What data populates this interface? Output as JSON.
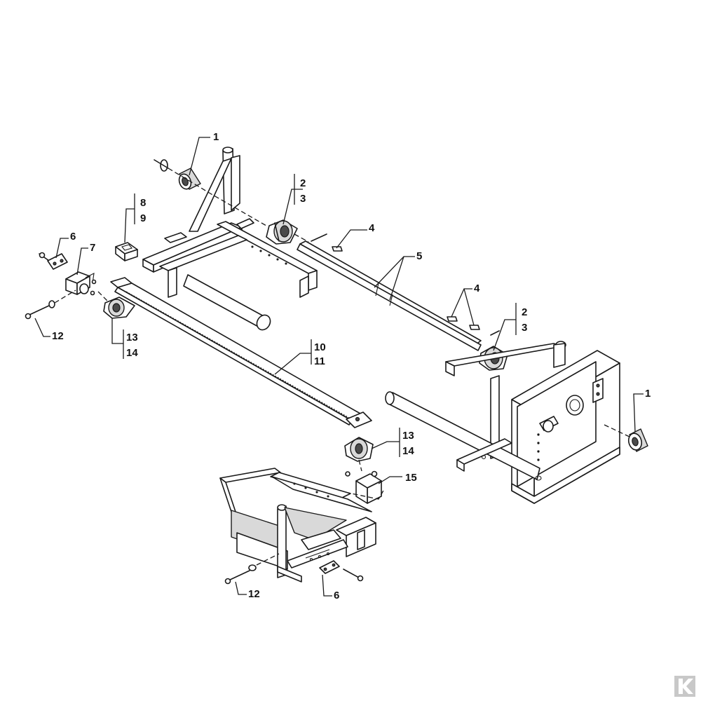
{
  "callouts": [
    {
      "id": "c1a",
      "label": "1"
    },
    {
      "id": "c23a_top",
      "label": "2"
    },
    {
      "id": "c23a_bot",
      "label": "3"
    },
    {
      "id": "c4a",
      "label": "4"
    },
    {
      "id": "c5",
      "label": "5"
    },
    {
      "id": "c4b",
      "label": "4"
    },
    {
      "id": "c23b_top",
      "label": "2"
    },
    {
      "id": "c23b_bot",
      "label": "3"
    },
    {
      "id": "c1b",
      "label": "1"
    },
    {
      "id": "c89_top",
      "label": "8"
    },
    {
      "id": "c89_bot",
      "label": "9"
    },
    {
      "id": "c6a",
      "label": "6"
    },
    {
      "id": "c7",
      "label": "7"
    },
    {
      "id": "c12a",
      "label": "12"
    },
    {
      "id": "c1314a_top",
      "label": "13"
    },
    {
      "id": "c1314a_bot",
      "label": "14"
    },
    {
      "id": "c1011_top",
      "label": "10"
    },
    {
      "id": "c1011_bot",
      "label": "11"
    },
    {
      "id": "c1314b_top",
      "label": "13"
    },
    {
      "id": "c1314b_bot",
      "label": "14"
    },
    {
      "id": "c15",
      "label": "15"
    },
    {
      "id": "c12b",
      "label": "12"
    },
    {
      "id": "c6b",
      "label": "6"
    }
  ],
  "logo": {
    "name": "brand-k-logo",
    "color": "#c8c8c8"
  }
}
